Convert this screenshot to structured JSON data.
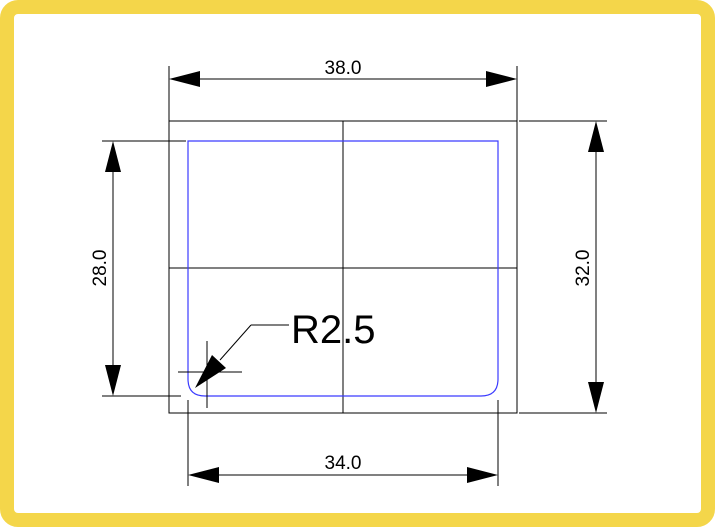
{
  "drawing": {
    "dimensions": {
      "top_width": "38.0",
      "bottom_width": "34.0",
      "left_height": "28.0",
      "right_height": "32.0",
      "corner_radius": "R2.5"
    },
    "colors": {
      "frame": "#f4d64a",
      "background": "#ffffff",
      "outline": "#000000",
      "inner_profile": "#3b3bff"
    }
  }
}
